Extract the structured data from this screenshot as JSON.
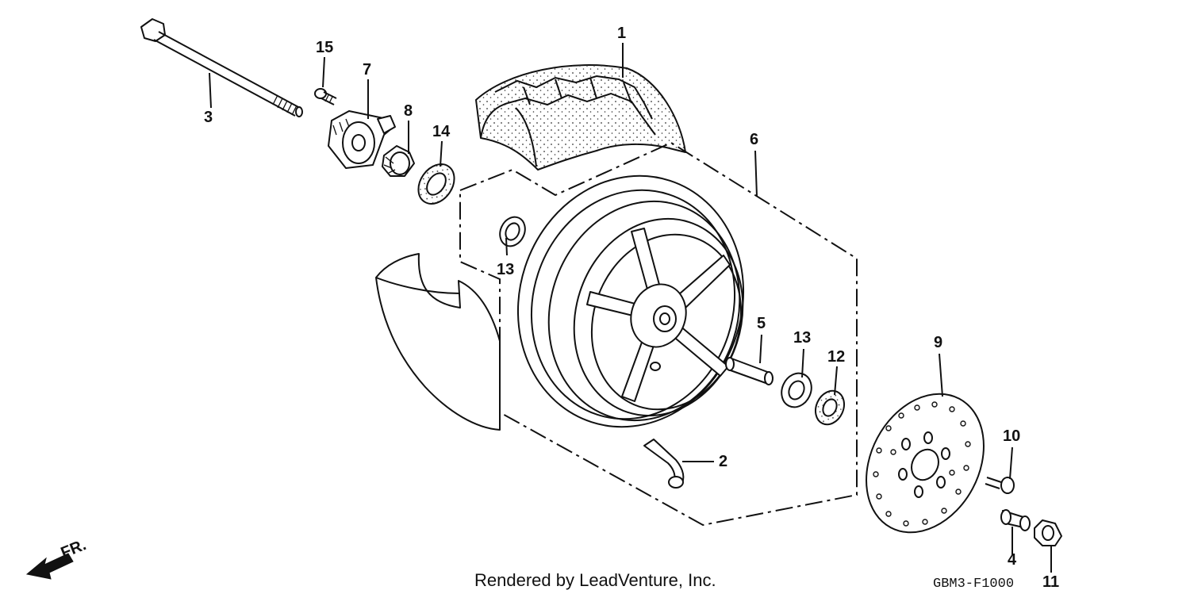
{
  "callouts": {
    "c1": "1",
    "c2": "2",
    "c3": "3",
    "c4": "4",
    "c5": "5",
    "c6": "6",
    "c7": "7",
    "c8": "8",
    "c9": "9",
    "c10": "10",
    "c11": "11",
    "c12": "12",
    "c13a": "13",
    "c13b": "13",
    "c14": "14",
    "c15": "15"
  },
  "footer": {
    "credit": "Rendered by LeadVenture, Inc.",
    "diagram_code": "GBM3-F1000",
    "front_indicator": "FR."
  }
}
